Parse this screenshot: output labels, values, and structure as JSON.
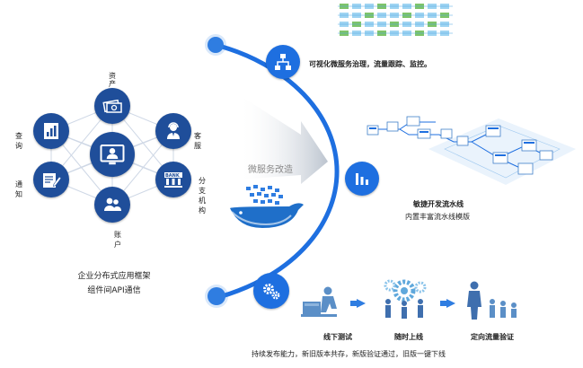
{
  "left_cluster": {
    "caption_line1": "企业分布式应用框架",
    "caption_line2": "组件间API通信",
    "nodes": {
      "assets": "资产",
      "service": "客服",
      "branch": "分支机构",
      "account": "账户",
      "notify": "通知",
      "query": "查询"
    },
    "bank_label": "BANK"
  },
  "middle": {
    "arrow_label": "微服务改造"
  },
  "right": {
    "top_title": "可视化微服务治理，流量跟踪、监控。",
    "pipeline_title": "敏捷开发流水线",
    "pipeline_subtitle": "内置丰富流水线模版",
    "stages": [
      "线下测试",
      "随时上线",
      "定向流量验证"
    ],
    "bottom_caption": "持续发布能力，新旧版本共存，新版验证通过，旧版一键下线"
  },
  "colors": {
    "arc": "#1e6fe0",
    "node": "#1f4e9a",
    "accent": "#2f7de1",
    "stage_person": "#5b8fc7",
    "stage_gear": "#5fa8dc"
  },
  "icons": {
    "center": "user-monitor-icon",
    "assets": "money-icon",
    "service": "support-agent-icon",
    "branch": "bank-icon",
    "account": "users-icon",
    "notify": "document-edit-icon",
    "query": "bar-chart-doc-icon",
    "top_circle": "network-topology-icon",
    "mid_circle": "bar-chart-icon",
    "bottom_circle": "gears-icon"
  }
}
